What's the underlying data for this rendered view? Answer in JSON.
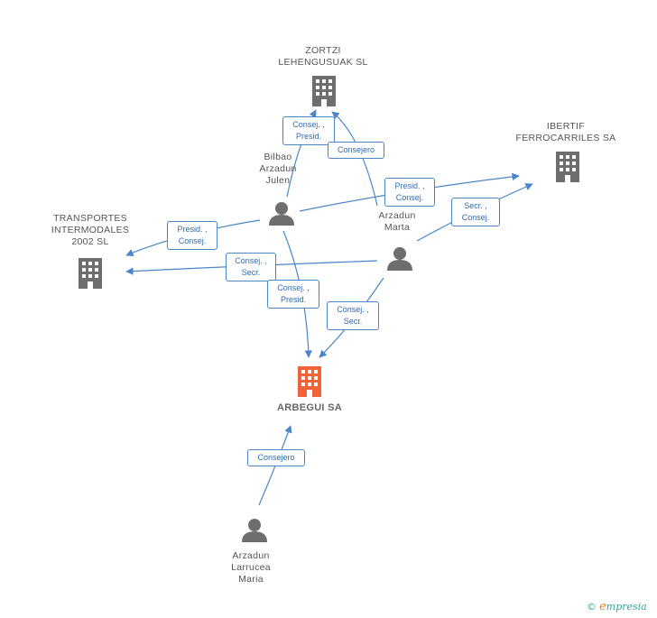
{
  "nodes": {
    "zortzi": {
      "lines": [
        "ZORTZI",
        "LEHENGUSUAK SL"
      ]
    },
    "ibertif": {
      "lines": [
        "IBERTIF",
        "FERROCARRILES SA"
      ]
    },
    "transportes": {
      "lines": [
        "TRANSPORTES",
        "INTERMODALES",
        "2002 SL"
      ]
    },
    "arbegui": {
      "lines": [
        "ARBEGUI SA"
      ]
    },
    "bilbao": {
      "lines": [
        "Bilbao",
        "Arzadun",
        "Julen"
      ]
    },
    "marta": {
      "lines": [
        "Arzadun",
        "Marta"
      ]
    },
    "maria": {
      "lines": [
        "Arzadun",
        "Larrucea",
        "Maria"
      ]
    }
  },
  "edge_labels": {
    "bilbao_zortzi": [
      "Consej. ,",
      "Presid."
    ],
    "marta_zortzi": [
      "Consejero"
    ],
    "bilbao_ibertif": [
      "Presid. ,",
      "Consej."
    ],
    "marta_ibertif": [
      "Secr. ,",
      "Consej."
    ],
    "bilbao_transportes": [
      "Presid. ,",
      "Consej."
    ],
    "marta_transportes": [
      "Consej. ,",
      "Secr."
    ],
    "bilbao_arbegui": [
      "Consej. ,",
      "Presid."
    ],
    "marta_arbegui": [
      "Consej. ,",
      "Secr."
    ],
    "maria_arbegui": [
      "Consejero"
    ]
  },
  "colors": {
    "edge": "#4a86c8",
    "company_icon": "#6e6e6e",
    "main_company_icon": "#f0643c",
    "person_icon": "#6e6e6e"
  },
  "icons": {
    "company": "building-icon",
    "person": "person-icon"
  },
  "watermark": {
    "symbol": "©",
    "e": "e",
    "rest": "mpresia"
  }
}
